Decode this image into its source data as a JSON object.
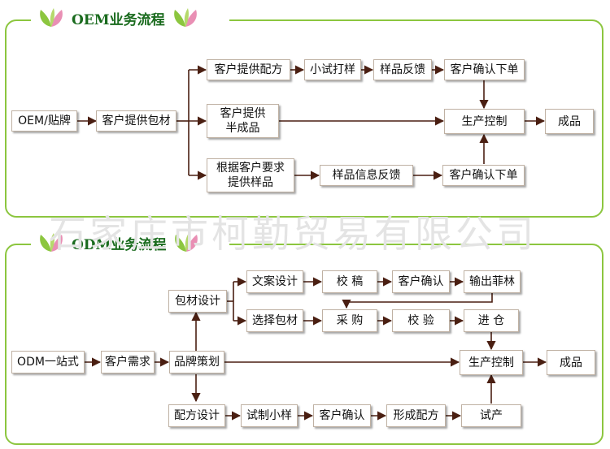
{
  "oem": {
    "title": "OEM业务流程",
    "nodes": {
      "start": "OEM/贴牌",
      "pack": "客户提供包材",
      "formula": "客户提供配方",
      "trial": "小试打样",
      "sample_feedback": "样品反馈",
      "confirm_top": "客户确认下单",
      "semi": "客户提供\n半成品",
      "production": "生产控制",
      "product": "成品",
      "requirement": "根据客户要求\n提供样品",
      "info_feedback": "样品信息反馈",
      "confirm_bottom": "客户确认下单"
    }
  },
  "odm": {
    "title": "ODM业务流程",
    "nodes": {
      "start": "ODM一站式",
      "demand": "客户需求",
      "brand": "品牌策划",
      "package_design": "包材设计",
      "copy_design": "文案设计",
      "proof": "校 稿",
      "customer_confirm": "客户确认",
      "film": "输出菲林",
      "select_pack": "选择包材",
      "purchase": "采 购",
      "inspect": "校 验",
      "warehouse": "进 仓",
      "production": "生产控制",
      "product": "成品",
      "formula_design": "配方设计",
      "small_sample": "试制小样",
      "customer_confirm2": "客户确认",
      "final_formula": "形成配方",
      "trial_production": "试产"
    }
  },
  "watermark": "石家庄市柯勤贸易有限公司",
  "colors": {
    "border": "#8cc63f",
    "title": "#1a6b1e",
    "arrow": "#4a1f12",
    "leaf_green": "#8cc63f",
    "leaf_pink": "#e98fb4"
  }
}
